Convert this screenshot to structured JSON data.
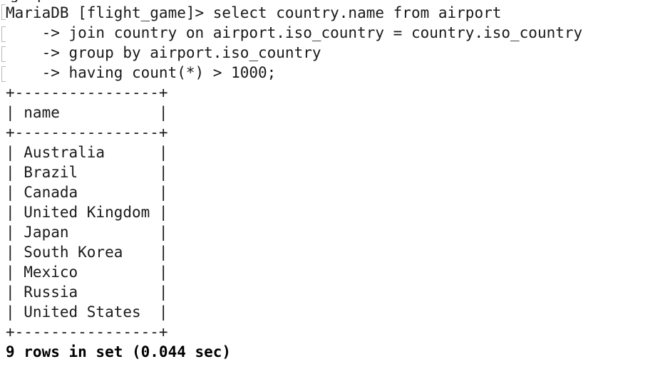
{
  "terminal": {
    "partial_top_line": "g  p",
    "prompt_line": "MariaDB [flight_game]> select country.name from airport",
    "continuation_lines": [
      "    -> join country on airport.iso_country = country.iso_country",
      "    -> group by airport.iso_country",
      "    -> having count(*) > 1000;"
    ],
    "table": {
      "border_top": "+----------------+",
      "header_row": "| name           |",
      "border_mid": "+----------------+",
      "rows": [
        "| Australia      |",
        "| Brazil         |",
        "| Canada         |",
        "| United Kingdom |",
        "| Japan          |",
        "| South Korea    |",
        "| Mexico         |",
        "| Russia         |",
        "| United States  |"
      ],
      "border_bottom": "+----------------+"
    },
    "result_summary": "9 rows in set (0.044 sec)"
  }
}
